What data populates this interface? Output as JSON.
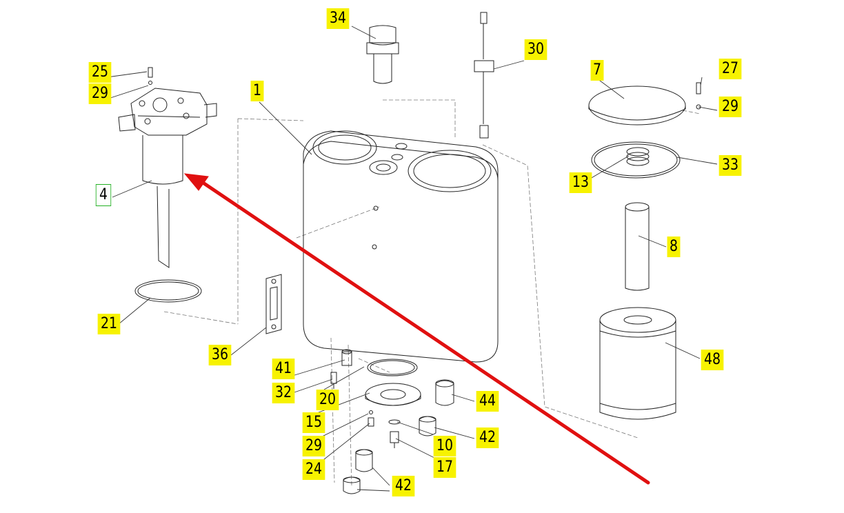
{
  "colors": {
    "label_highlight": "#f7f200",
    "selected_box": "#22b022",
    "arrow": "#e01010",
    "line": "#222222"
  },
  "labels": {
    "l34": "34",
    "l30": "30",
    "l25": "25",
    "l29a": "29",
    "l1": "1",
    "l7": "7",
    "l27": "27",
    "l29b": "29",
    "l33": "33",
    "l13": "13",
    "l4": "4",
    "l8": "8",
    "l21": "21",
    "l36": "36",
    "l48": "48",
    "l41": "41",
    "l32": "32",
    "l20": "20",
    "l44": "44",
    "l15": "15",
    "l29c": "29",
    "l10": "10",
    "l42a": "42",
    "l24": "24",
    "l17": "17",
    "l42b": "42"
  }
}
